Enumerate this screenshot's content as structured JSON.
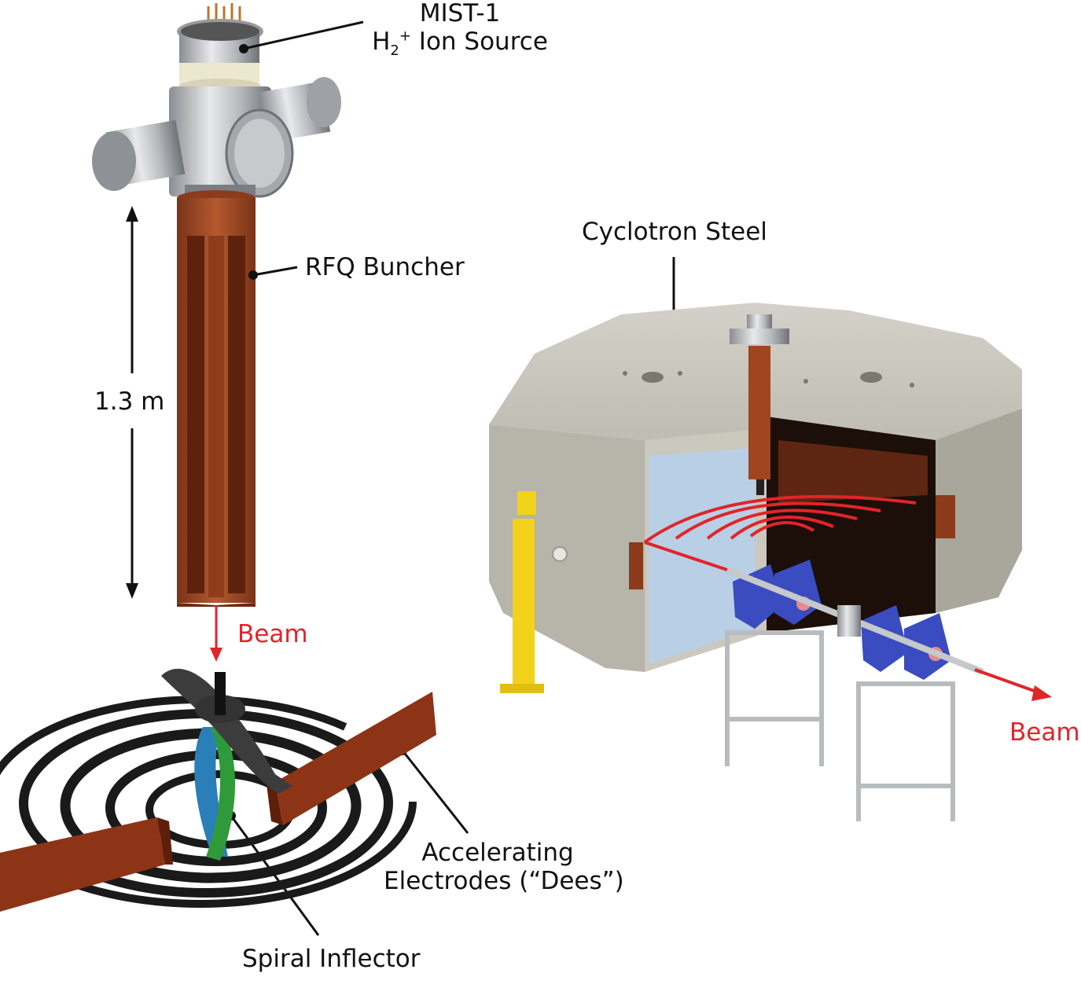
{
  "labels": {
    "ion_source_line1": "MIST-1",
    "ion_source_line2_prefix": "H",
    "ion_source_sub": "2",
    "ion_source_sup": "+",
    "ion_source_line2_suffix": " Ion Source",
    "rfq_buncher": "RFQ Buncher",
    "height": "1.3 m",
    "beam_left": "Beam",
    "beam_right": "Beam",
    "cyclotron_steel": "Cyclotron Steel",
    "accelerating_line1": "Accelerating",
    "accelerating_line2": "Electrodes (“Dees”)",
    "spiral_inflector": "Spiral Inflector"
  },
  "colors": {
    "copper": "#a64a28",
    "copper_dark": "#6e2a12",
    "steel_gray": "#c9c7bd",
    "steel_dark": "#9e9b90",
    "beam_red": "#e0252a",
    "magnet_blue": "#3a4cc0",
    "support_yellow": "#f2d21a",
    "inflector_green": "#2f9a3a",
    "inflector_blue": "#2a7fb8"
  }
}
